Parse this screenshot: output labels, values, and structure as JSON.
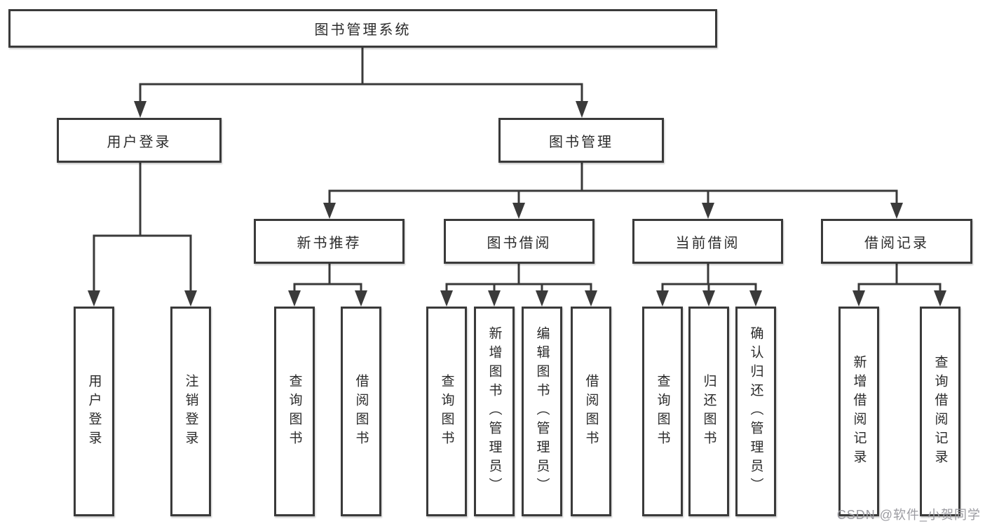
{
  "diagram": {
    "title": "图书管理系统",
    "root": {
      "label": "图书管理系统"
    },
    "level2": [
      {
        "label": "用户登录"
      },
      {
        "label": "图书管理"
      }
    ],
    "level3": [
      {
        "label": "新书推荐"
      },
      {
        "label": "图书借阅"
      },
      {
        "label": "当前借阅"
      },
      {
        "label": "借阅记录"
      }
    ],
    "leaves": [
      {
        "label": "用户登录",
        "parent": "用户登录"
      },
      {
        "label": "注销登录",
        "parent": "用户登录"
      },
      {
        "label": "查询图书",
        "parent": "新书推荐"
      },
      {
        "label": "借阅图书",
        "parent": "新书推荐"
      },
      {
        "label": "查询图书",
        "parent": "图书借阅"
      },
      {
        "label": "新增图书（管理员）",
        "parent": "图书借阅"
      },
      {
        "label": "编辑图书（管理员）",
        "parent": "图书借阅"
      },
      {
        "label": "借阅图书",
        "parent": "图书借阅"
      },
      {
        "label": "查询图书",
        "parent": "当前借阅"
      },
      {
        "label": "归还图书",
        "parent": "当前借阅"
      },
      {
        "label": "确认归还（管理员）",
        "parent": "当前借阅"
      },
      {
        "label": "新增借阅记录",
        "parent": "借阅记录"
      },
      {
        "label": "查询借阅记录",
        "parent": "借阅记录"
      }
    ],
    "watermark": "CSDN @软件_小贺同学",
    "colors": {
      "line": "#3a3a3a",
      "text": "#2b2b2b",
      "box_bg": "#ffffff",
      "watermark": "#9b9ba1"
    }
  }
}
